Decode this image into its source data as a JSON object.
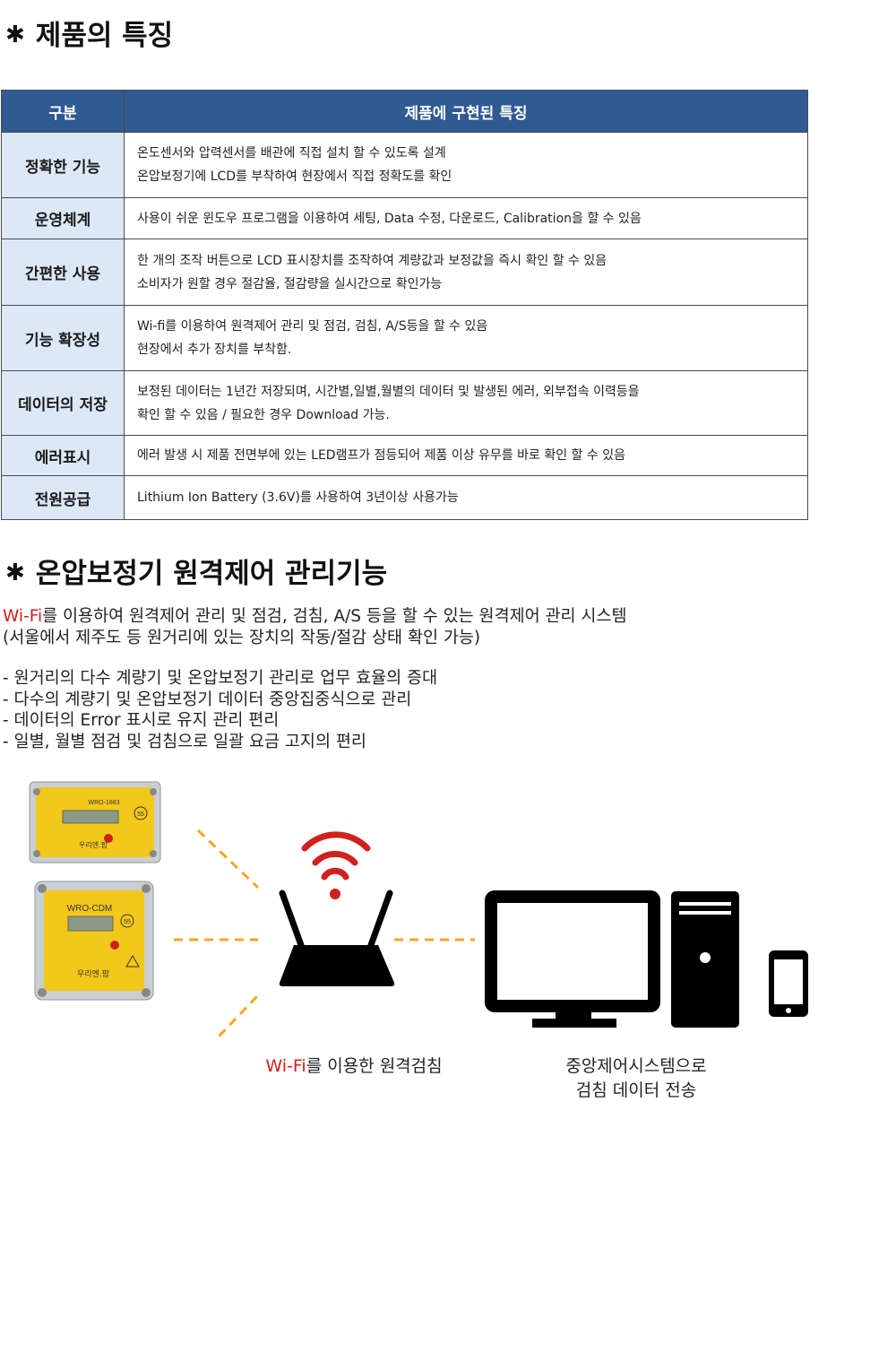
{
  "section1": {
    "title": "제품의 특징"
  },
  "table": {
    "headers": [
      "구분",
      "제품에 구현된 특징"
    ],
    "rows": [
      {
        "category": "정확한 기능",
        "lines": [
          "온도센서와 압력센서를 배관에 직접 설치 할 수 있도록 설계",
          "온압보정기에 LCD를 부착하여 현장에서 직접 정확도를 확인"
        ]
      },
      {
        "category": "운영체계",
        "lines": [
          "사용이 쉬운 윈도우 프로그램을 이용하여 세팅, Data 수정, 다운로드, Calibration을 할 수 있음"
        ]
      },
      {
        "category": "간편한 사용",
        "lines": [
          "한 개의 조작 버튼으로 LCD 표시장치를 조작하여 계량값과 보정값을 즉시 확인 할 수 있음",
          "소비자가 원할 경우 절감율, 절감량을 실시간으로 확인가능"
        ]
      },
      {
        "category": "기능 확장성",
        "lines": [
          "Wi-fi를 이용하여 원격제어 관리 및 점검, 검침, A/S등을 할 수 있음",
          "현장에서 추가 장치를 부착함."
        ]
      },
      {
        "category": "데이터의 저장",
        "lines": [
          "보정된 데이터는 1년간 저장되며, 시간별,일별,월별의 데이터 및 발생된 에러, 외부접속 이력등을",
          "확인 할 수 있음 / 필요한 경우 Download 가능."
        ]
      },
      {
        "category": "에러표시",
        "lines": [
          "에러 발생 시 제품 전면부에 있는 LED램프가  점등되어 제품 이상 유무를 바로 확인 할 수 있음"
        ]
      },
      {
        "category": "전원공급",
        "lines": [
          "Lithium Ion Battery (3.6V)를 사용하여  3년이상 사용가능"
        ]
      }
    ]
  },
  "section2": {
    "title": "온압보정기 원격제어 관리기능",
    "intro_wifi": "Wi-Fi",
    "intro_line1_rest": "를 이용하여 원격제어 관리 및 점검, 검침, A/S 등을 할 수 있는 원격제어 관리 시스템",
    "intro_line2": "(서울에서 제주도 등 원거리에 있는 장치의 작동/절감 상태 확인 가능)",
    "bullets": [
      "- 원거리의 다수 계량기 및 온압보정기 관리로 업무 효율의 증대",
      "- 다수의 계량기 및 온압보정기 데이터 중앙집중식으로 관리",
      "- 데이터의 Error 표시로 유지 관리 편리",
      "- 일별, 월별 점검 및 검침으로 일괄 요금 고지의 편리"
    ]
  },
  "diagram": {
    "device1": {
      "model": "WRO-1883",
      "brand": "우리엔.팜",
      "num": "55"
    },
    "device2": {
      "model": "WRO-CDM",
      "brand": "우리엔.팜",
      "num": "55"
    },
    "caption_wifi": "Wi-Fi",
    "caption_left_rest": "를 이용한 원격검침",
    "caption_right_line1": "중앙제어시스템으로",
    "caption_right_line2": "검침 데이터 전송"
  },
  "colors": {
    "table_header": "#2f5a92",
    "category_bg": "#dce8f6",
    "accent_red": "#d0201f",
    "dash_orange": "#f5a623",
    "device_yellow": "#f2c81b"
  }
}
